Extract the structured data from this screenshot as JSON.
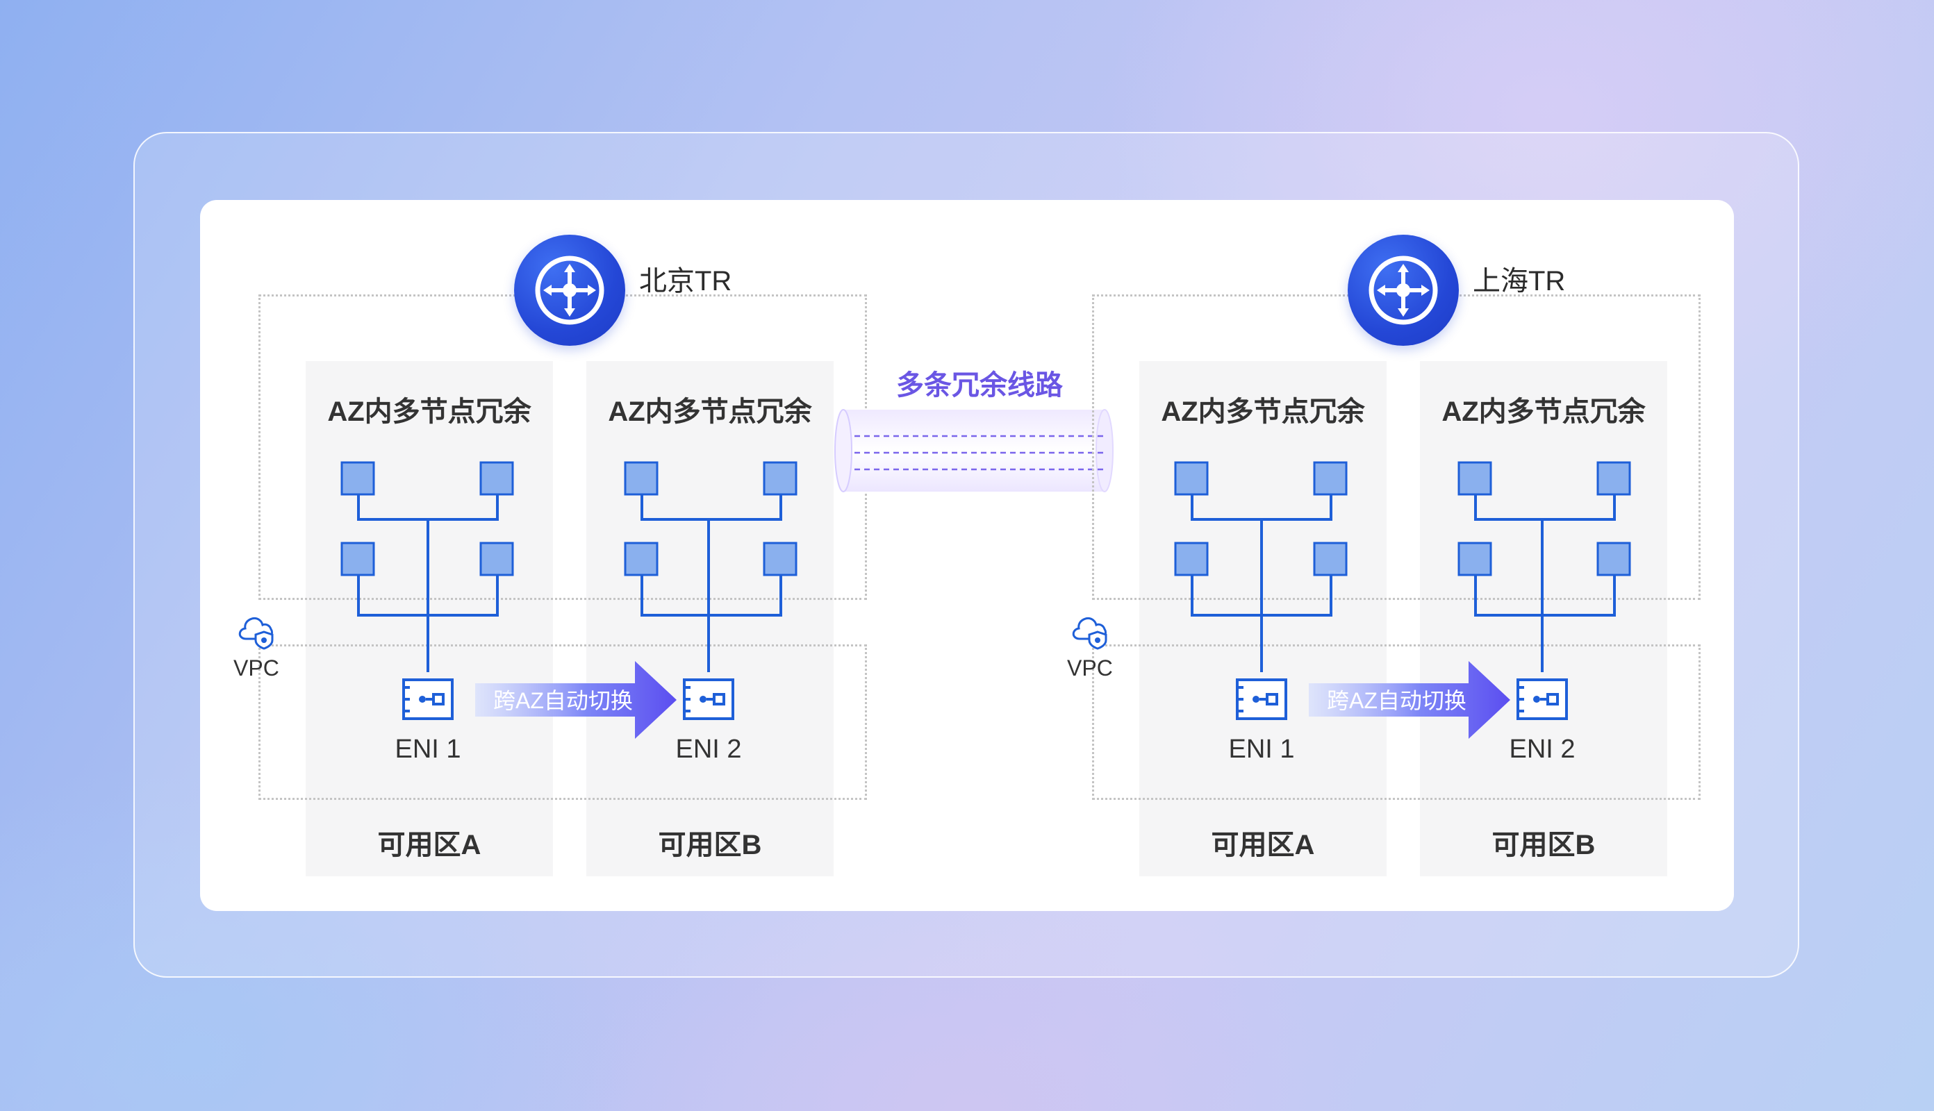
{
  "colors": {
    "accent_blue": "#2447d6",
    "node_fill": "#8ab0ee",
    "node_stroke": "#1e5fd8",
    "line": "#1e5fd8",
    "arrow_start": "#cfd9ff",
    "arrow_end": "#5b4ef0",
    "tube_text": "#6a56e4"
  },
  "redundant_link": {
    "label": "多条冗余线路"
  },
  "regions": [
    {
      "tr_label": "北京TR",
      "tr_icon": "router-icon",
      "vpc_label": "VPC",
      "vpc_icon": "cloud-shield-icon",
      "failover_label": "跨AZ自动切换",
      "zones": [
        {
          "title": "AZ内多节点冗余",
          "eni": "ENI 1",
          "name": "可用区A"
        },
        {
          "title": "AZ内多节点冗余",
          "eni": "ENI 2",
          "name": "可用区B"
        }
      ]
    },
    {
      "tr_label": "上海TR",
      "tr_icon": "router-icon",
      "vpc_label": "VPC",
      "vpc_icon": "cloud-shield-icon",
      "failover_label": "跨AZ自动切换",
      "zones": [
        {
          "title": "AZ内多节点冗余",
          "eni": "ENI 1",
          "name": "可用区A"
        },
        {
          "title": "AZ内多节点冗余",
          "eni": "ENI 2",
          "name": "可用区B"
        }
      ]
    }
  ]
}
